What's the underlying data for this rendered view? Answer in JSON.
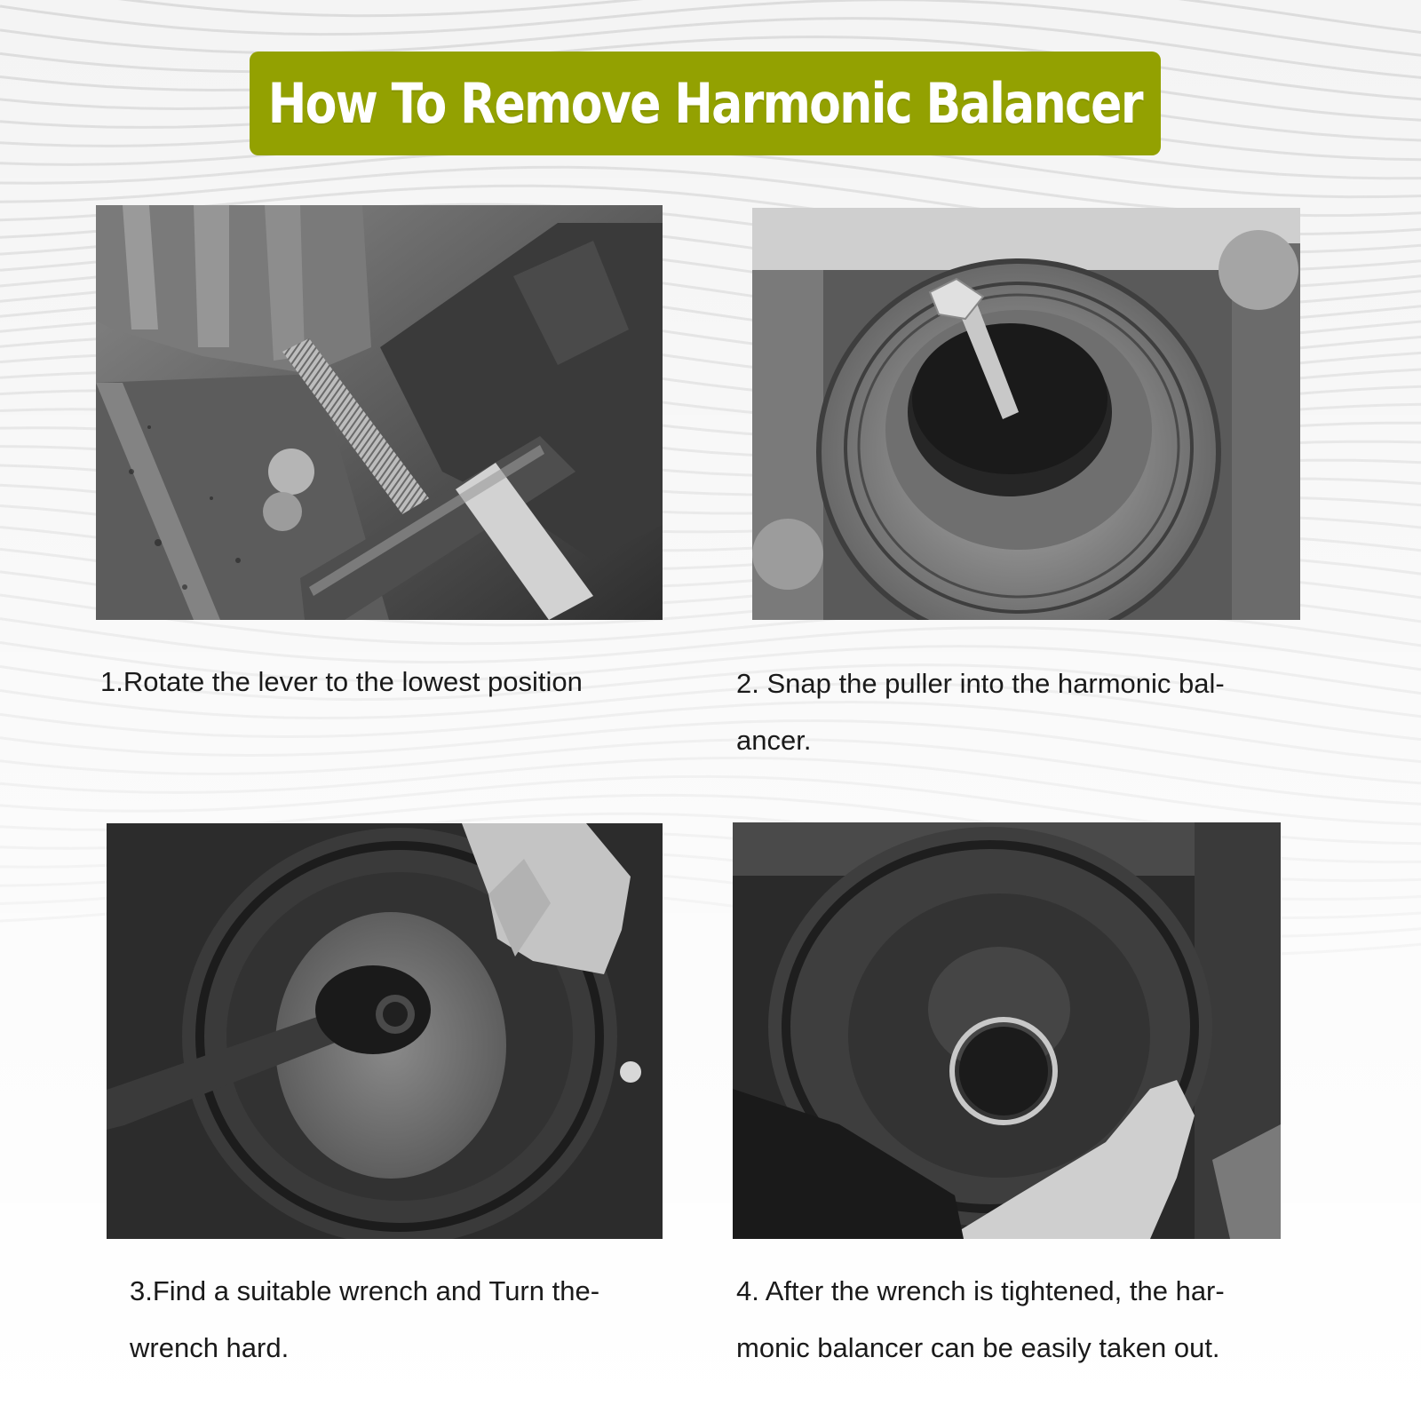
{
  "title": "How To Remove Harmonic Balancer",
  "colors": {
    "banner": "#93a101",
    "title_text": "#ffffff",
    "caption_text": "#1a1a1a"
  },
  "steps": [
    {
      "caption_lines": [
        "1.Rotate the lever to the lowest position"
      ],
      "photo": "gloved-hands-tightening-puller-bolt"
    },
    {
      "caption_lines": [
        "2. Snap the puller into the harmonic bal-",
        "ancer."
      ],
      "photo": "puller-seated-in-harmonic-balancer"
    },
    {
      "caption_lines": [
        "3.Find a suitable wrench and Turn the-",
        "wrench hard."
      ],
      "photo": "ratchet-wrench-turning-balancer-bolt"
    },
    {
      "caption_lines": [
        "4. After the wrench is tightened, the har-",
        "monic balancer can be easily taken out."
      ],
      "photo": "hand-removing-harmonic-balancer"
    }
  ]
}
